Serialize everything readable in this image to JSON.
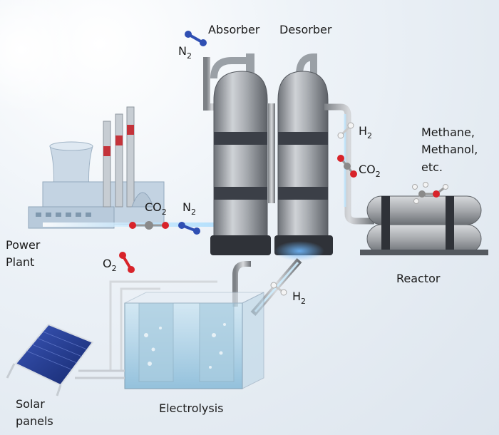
{
  "labels": {
    "absorber": "Absorber",
    "desorber": "Desorber",
    "power_plant": [
      "Power",
      "Plant"
    ],
    "reactor": "Reactor",
    "products": [
      "Methane,",
      "Methanol,",
      "etc."
    ],
    "solar": [
      "Solar",
      "panels"
    ],
    "electrolysis": "Electrolysis"
  },
  "formulas": {
    "n2_top": {
      "base": "N",
      "sub": "2"
    },
    "h2_top": {
      "base": "H",
      "sub": "2"
    },
    "co2_right": {
      "base": "CO",
      "sub": "2"
    },
    "co2_plant": {
      "base": "CO",
      "sub": "2"
    },
    "n2_plant": {
      "base": "N",
      "sub": "2"
    },
    "o2": {
      "base": "O",
      "sub": "2"
    },
    "h2_bottom": {
      "base": "H",
      "sub": "2"
    }
  },
  "colors": {
    "carbon": "#8a8a8a",
    "oxygen": "#d8232a",
    "nitrogen": "#2f4fb3",
    "hydrogen": "#f4f4f4",
    "tank_band": "#3b3f47",
    "flow_glow": "#8fd3ff"
  }
}
